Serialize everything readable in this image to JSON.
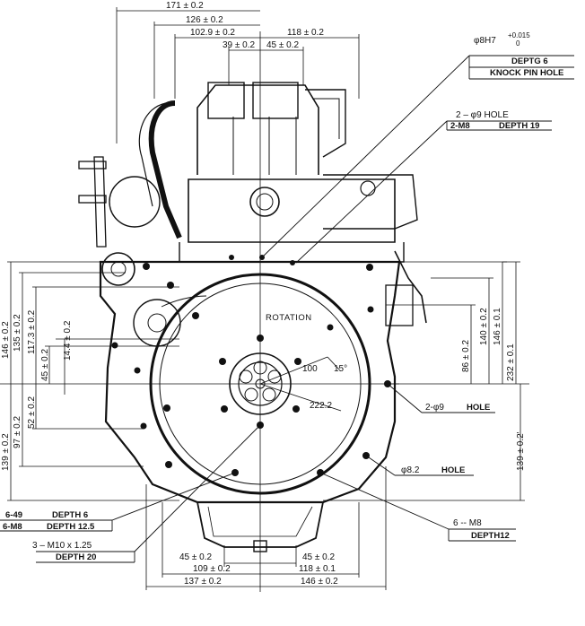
{
  "dimensions": {
    "top_171": "171 ± 0.2",
    "top_126": "126 ± 0.2",
    "top_102_9": "102.9 ± 0.2",
    "top_39": "39 ± 0.2",
    "top_45": "45 ± 0.2",
    "top_118": "118 ± 0.2",
    "left_146": "146 ± 0.2",
    "left_135": "135 ± 0.2",
    "left_117_3": "117.3 ± 0.2",
    "left_14_4": "14.4 ± 0.2",
    "left_45": "45 ± 0.2",
    "left_52": "52 ± 0.2",
    "left_97": "97 ± 0.2",
    "left_139": "139 ± 0.2",
    "right_86": "86 ± 0.2",
    "right_140": "140 ± 0.2",
    "right_146": "146 ± 0.1",
    "right_232": "232 ± 0.1",
    "right_139": "139 ± 0.2'",
    "bot_45_left": "45 ± 0.2",
    "bot_45_right": "45 ± 0.2",
    "bot_109": "109 ± 0.2",
    "bot_118": "118 ± 0.1",
    "bot_137": "137 ± 0.2",
    "bot_146": "146 ± 0.2",
    "radius_100": "100",
    "radius_222": "222.2",
    "angle_15": "15°"
  },
  "callouts": {
    "knock_pin_dia": "φ8H7",
    "knock_pin_tol_upper": "+0.015",
    "knock_pin_tol_lower": "0",
    "knock_pin_depth": "DEPTG 6",
    "knock_pin_name": "KNOCK PIN HOLE",
    "hole_2_phi9_a": "2 – φ9 HOLE",
    "hole_2_m8_a": "2-M8",
    "hole_2_m8_depth": "DEPTH 19",
    "hole_2_phi9_b": "2-φ9",
    "hole_2_phi9_b_word": "HOLE",
    "hole_phi8_2": "φ8.2",
    "hole_phi8_2_word": "HOLE",
    "hole_6_m8": "6 -- M8",
    "hole_6_m8_depth": "DEPTH12",
    "hole_6_49": "6-49",
    "hole_6_49_depth": "DEPTH 6",
    "hole_6_m8_left": "6-M8",
    "hole_6_m8_left_depth": "DEPTH 12.5",
    "hole_3_m10": "3 – M10 x 1.25",
    "hole_3_m10_depth": "DEPTH 20",
    "rotation": "ROTATION"
  }
}
